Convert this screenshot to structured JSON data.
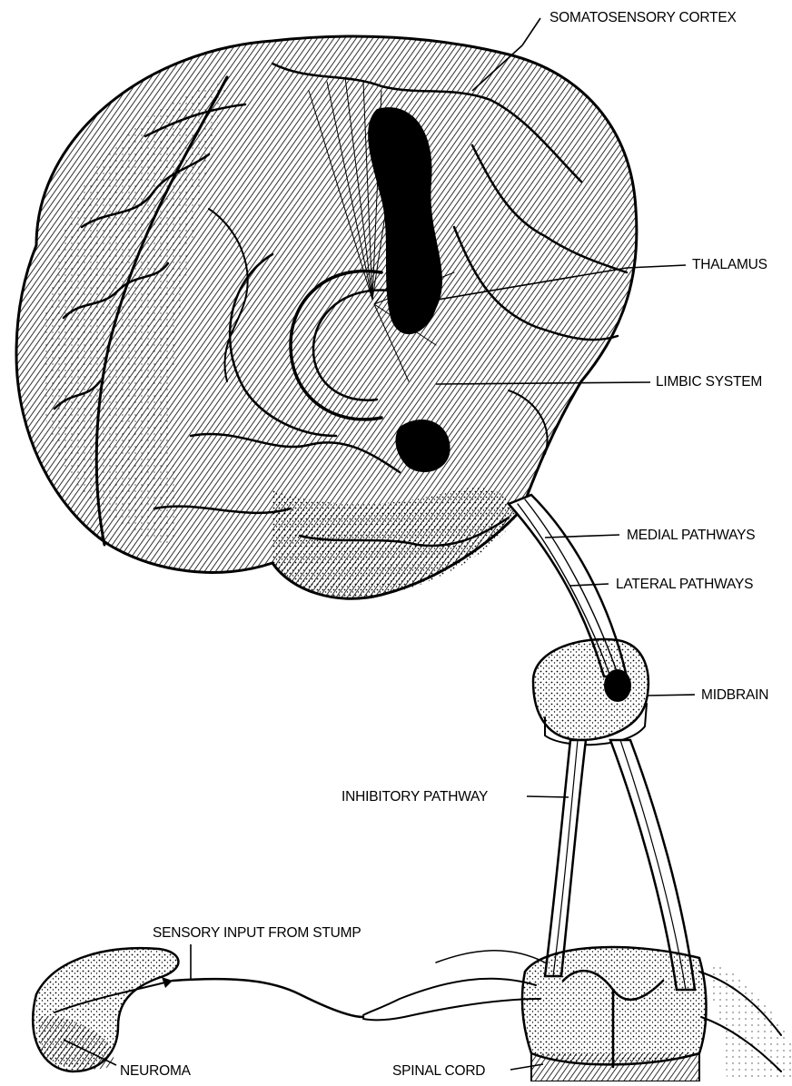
{
  "diagram": {
    "labels": {
      "somatosensory_cortex": "SOMATOSENSORY CORTEX",
      "thalamus": "THALAMUS",
      "limbic_system": "LIMBIC SYSTEM",
      "medial_pathways": "MEDIAL PATHWAYS",
      "lateral_pathways": "LATERAL PATHWAYS",
      "midbrain": "MIDBRAIN",
      "inhibitory_pathway": "INHIBITORY PATHWAY",
      "sensory_input": "SENSORY INPUT FROM STUMP",
      "neuroma": "NEUROMA",
      "spinal_cord": "SPINAL CORD"
    },
    "colors": {
      "ink": "#000000",
      "paper": "#ffffff"
    }
  }
}
